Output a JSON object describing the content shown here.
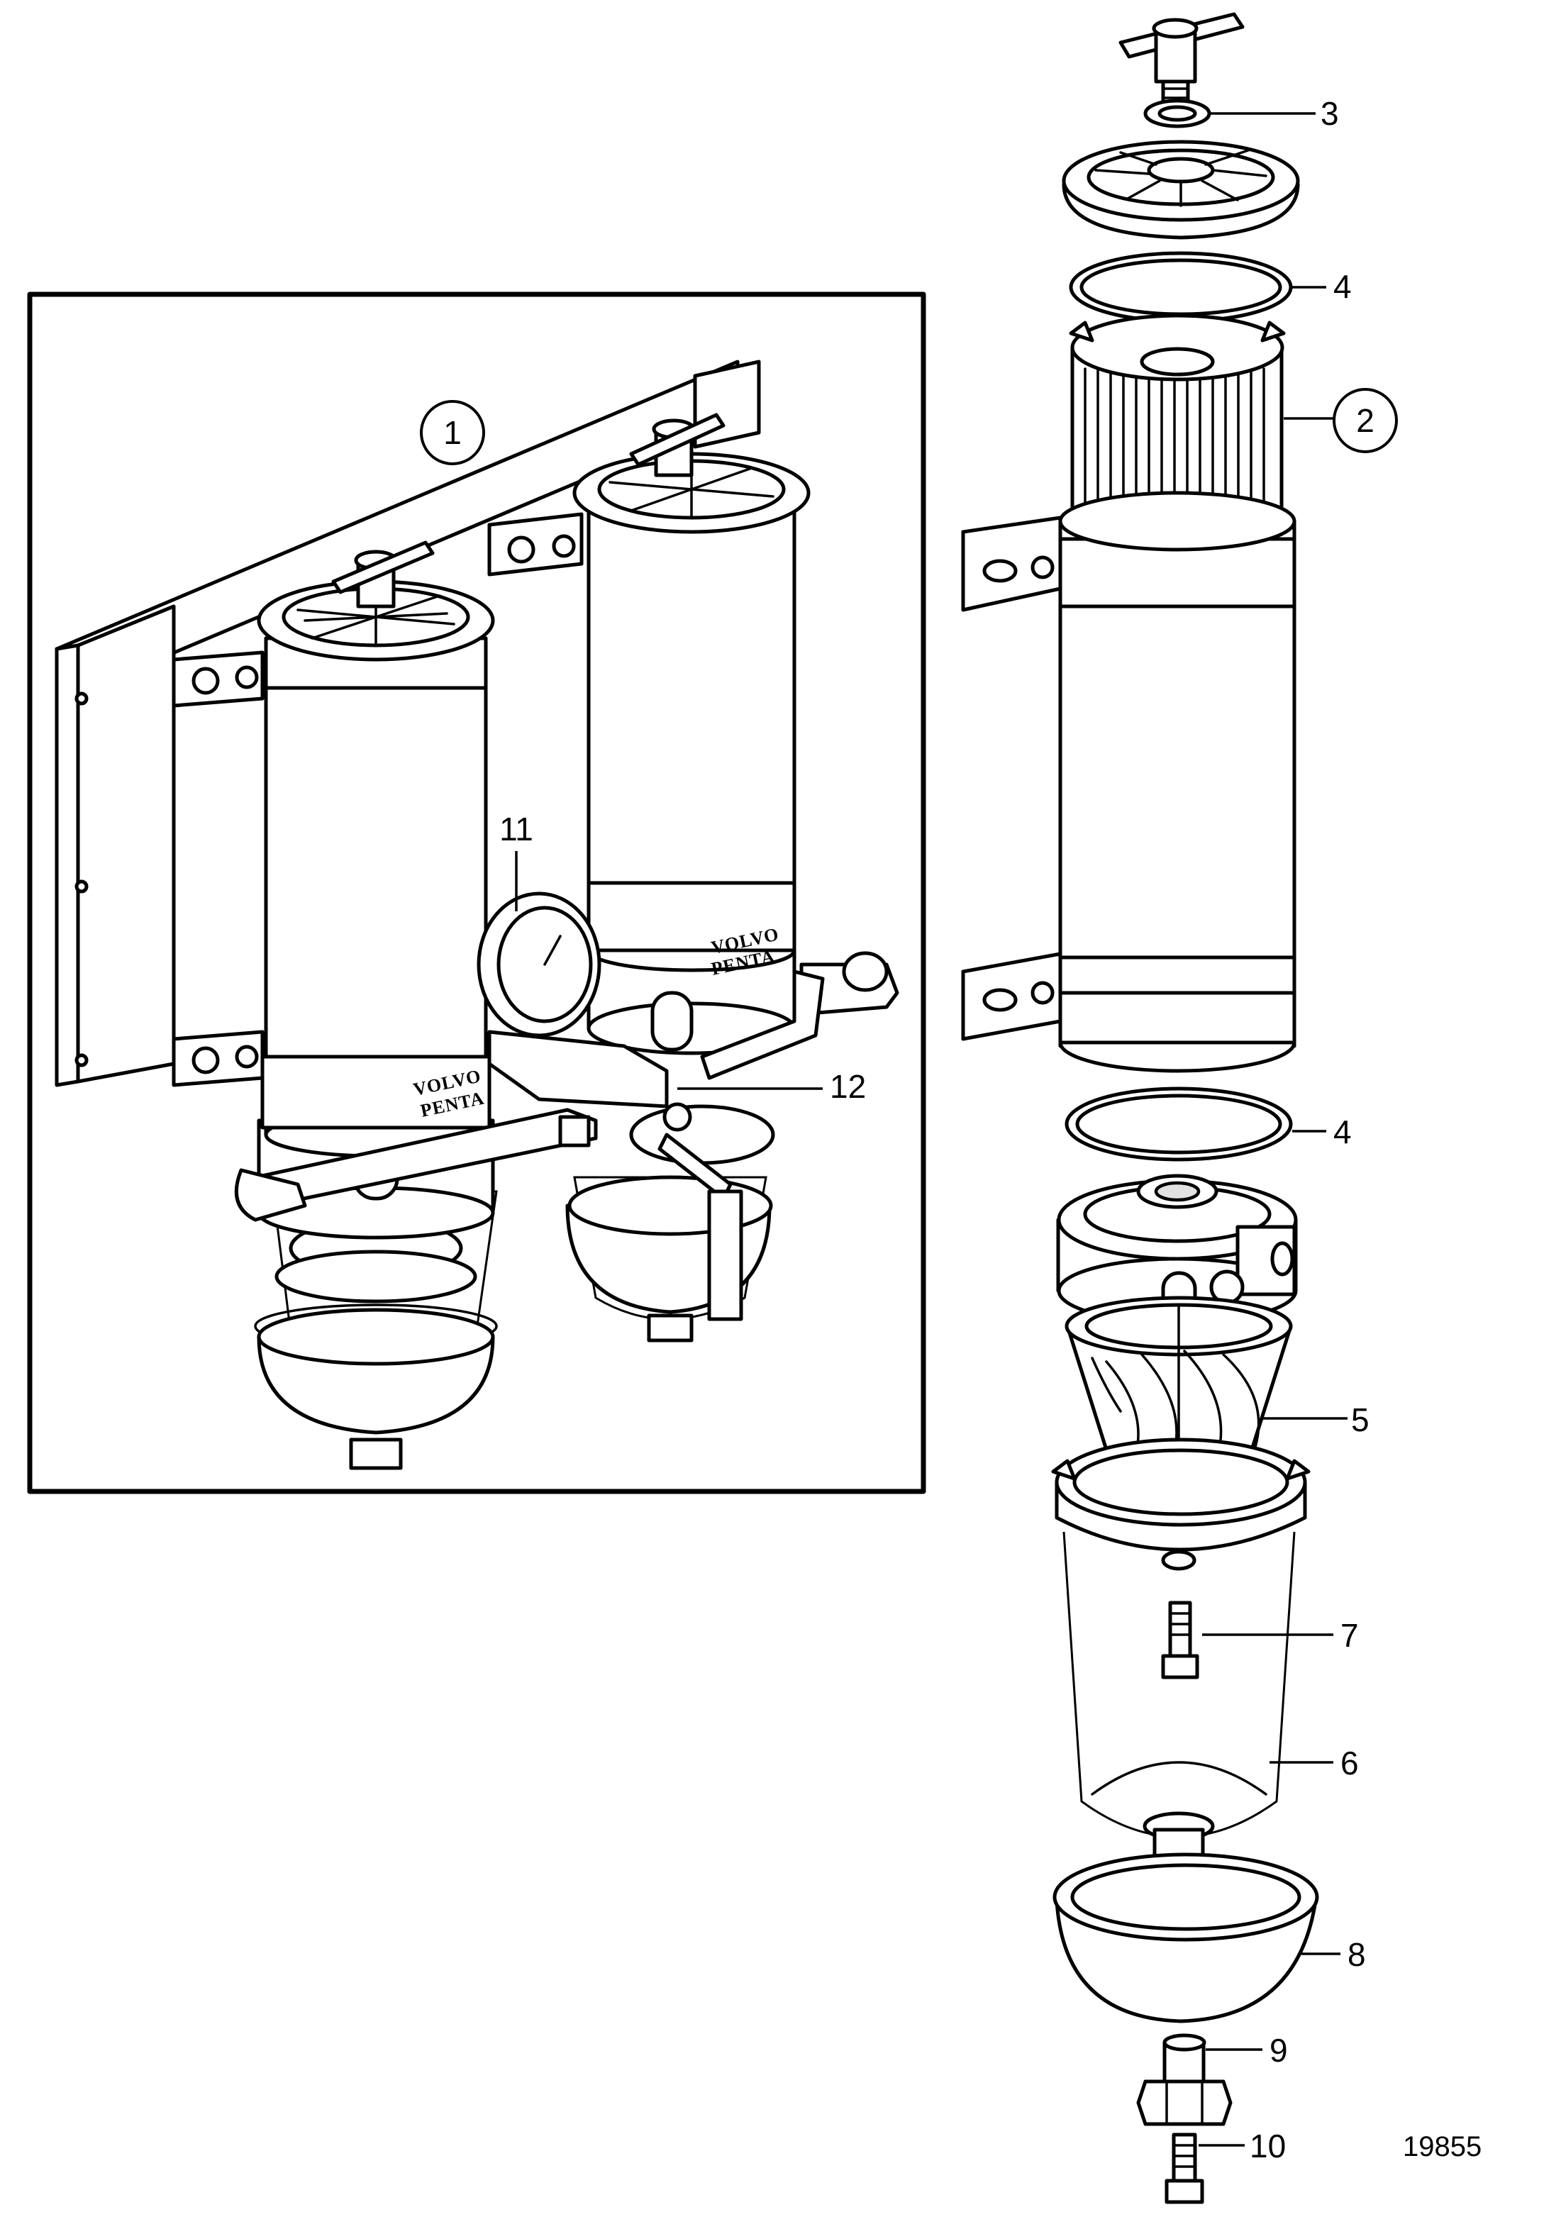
{
  "callouts": {
    "c1": "1",
    "c2": "2",
    "c3": "3",
    "c4a": "4",
    "c4b": "4",
    "c5": "5",
    "c6": "6",
    "c7": "7",
    "c8": "8",
    "c9": "9",
    "c10": "10",
    "c11": "11",
    "c12": "12"
  },
  "brand": {
    "left_line1": "VOLVO",
    "left_line2": "PENTA",
    "right_line1": "VOLVO",
    "right_line2": "PENTA"
  },
  "document_number": "19855",
  "colors": {
    "line": "#000000",
    "background": "#ffffff",
    "shade": "#e2e2e2"
  }
}
